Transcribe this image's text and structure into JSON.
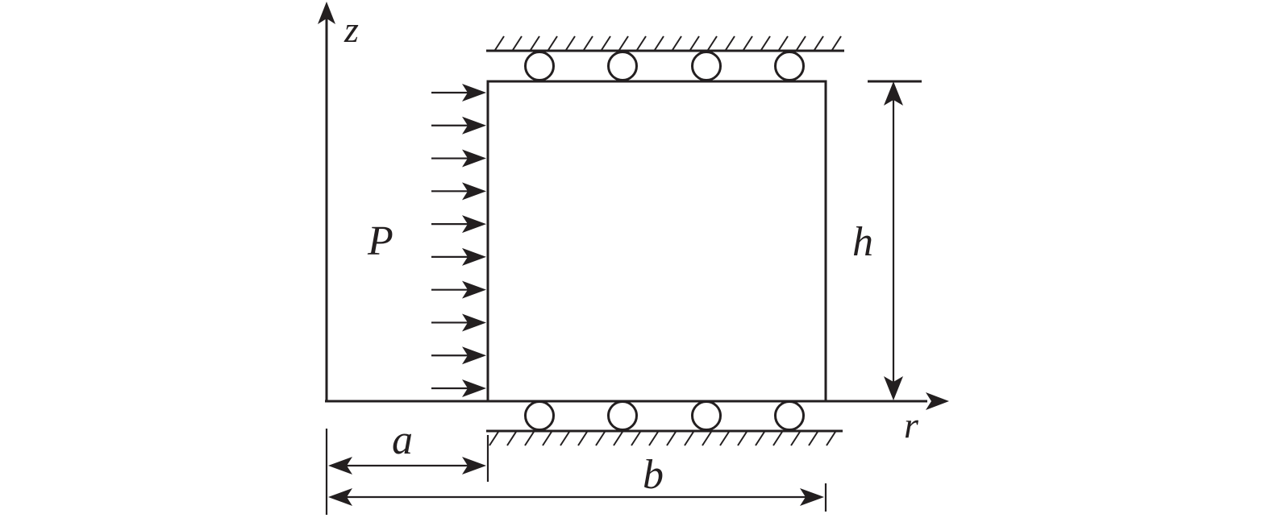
{
  "labels": {
    "z_axis": "z",
    "r_axis": "r",
    "pressure": "P",
    "height": "h",
    "inner_radius": "a",
    "outer_radius": "b"
  },
  "diagram": {
    "pressure_arrow_count": 10,
    "top_roller_count": 4,
    "bottom_roller_count": 4
  }
}
